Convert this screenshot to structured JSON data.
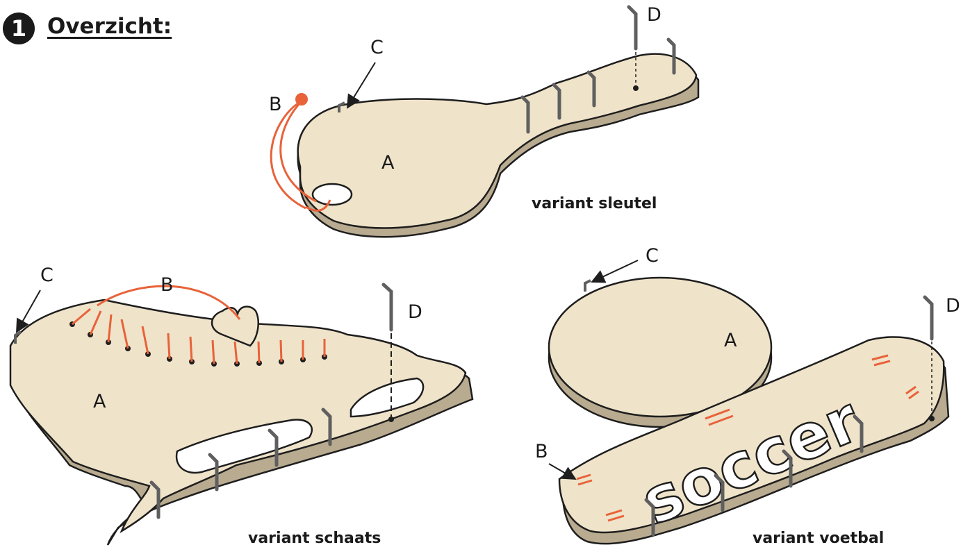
{
  "header": {
    "step_number": "1",
    "title": "Overzicht:"
  },
  "variants": [
    {
      "id": "sleutel",
      "caption": "variant sleutel",
      "labels": {
        "A": "A",
        "B": "B",
        "C": "C",
        "D": "D"
      }
    },
    {
      "id": "schaats",
      "caption": "variant schaats",
      "labels": {
        "A": "A",
        "B": "B",
        "C": "C",
        "D": "D"
      }
    },
    {
      "id": "voetbal",
      "caption": "variant voetbal",
      "labels": {
        "A": "A",
        "B": "B",
        "C": "C",
        "D": "D"
      },
      "engraving": "soccer"
    }
  ],
  "colors": {
    "wood": "#efe3c9",
    "wood_edge": "#b9ab90",
    "outline": "#1e1e1e",
    "string": "#e8623a",
    "hook": "#7a7a7a"
  }
}
